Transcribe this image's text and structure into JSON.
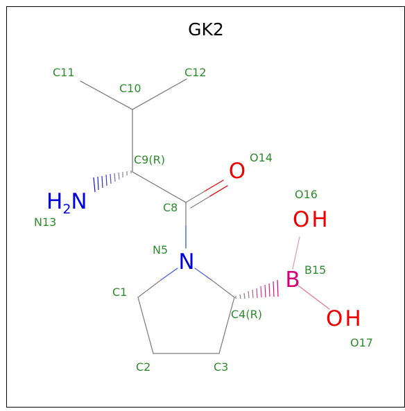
{
  "title": "GK2",
  "colors": {
    "bond": "#808080",
    "nitrogen": "#0000dd",
    "oxygen": "#ee0000",
    "boron": "#d4007a",
    "atom_label": "#2d8b2d"
  },
  "atoms": {
    "h2n": {
      "label": "H",
      "sub": "2",
      "elem": "N"
    },
    "n5": {
      "symbol": "N"
    },
    "o14": {
      "symbol": "O"
    },
    "o16": {
      "symbol": "OH"
    },
    "o17": {
      "symbol": "OH"
    },
    "b15": {
      "symbol": "B"
    }
  },
  "labels": {
    "c11": "C11",
    "c10": "C10",
    "c12": "C12",
    "c9": "C9(R)",
    "o14": "O14",
    "n13": "N13",
    "c8": "C8",
    "o16": "O16",
    "n5": "N5",
    "b15": "B15",
    "c1": "C1",
    "c4": "C4(R)",
    "o17": "O17",
    "c2": "C2",
    "c3": "C3"
  }
}
